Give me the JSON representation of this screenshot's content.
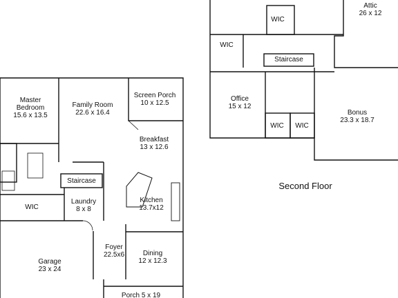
{
  "first_floor": {
    "rooms": [
      {
        "id": "master-bedroom",
        "name_lines": [
          "Master",
          "Bedroom"
        ],
        "size": "15.6 x 13.5"
      },
      {
        "id": "family-room",
        "name_lines": [
          "Family Room"
        ],
        "size": "22.6 x 16.4"
      },
      {
        "id": "screen-porch",
        "name_lines": [
          "Screen Porch"
        ],
        "size": "10 x 12.5"
      },
      {
        "id": "breakfast",
        "name_lines": [
          "Breakfast"
        ],
        "size": "13 x 12.6"
      },
      {
        "id": "staircase-1",
        "name_lines": [
          "Staircase"
        ],
        "size": ""
      },
      {
        "id": "wic-1",
        "name_lines": [
          "WIC"
        ],
        "size": ""
      },
      {
        "id": "laundry",
        "name_lines": [
          "Laundry"
        ],
        "size": "8 x 8"
      },
      {
        "id": "kitchen",
        "name_lines": [
          "Kitchen"
        ],
        "size": "13.7x12"
      },
      {
        "id": "garage",
        "name_lines": [
          "Garage"
        ],
        "size": "23 x 24"
      },
      {
        "id": "foyer",
        "name_lines": [
          "Foyer"
        ],
        "size": "22.5x6"
      },
      {
        "id": "dining",
        "name_lines": [
          "Dining"
        ],
        "size": "12 x 12.3"
      },
      {
        "id": "porch",
        "name_lines": [
          "Porch 5 x 19"
        ],
        "size": ""
      }
    ]
  },
  "second_floor": {
    "caption": "Second Floor",
    "rooms": [
      {
        "id": "wic-top",
        "name_lines": [
          "WIC"
        ],
        "size": ""
      },
      {
        "id": "attic",
        "name_lines": [
          "Attic"
        ],
        "size": "26 x 12"
      },
      {
        "id": "wic-left",
        "name_lines": [
          "WIC"
        ],
        "size": ""
      },
      {
        "id": "staircase-2",
        "name_lines": [
          "Staircase"
        ],
        "size": ""
      },
      {
        "id": "office",
        "name_lines": [
          "Office"
        ],
        "size": "15 x 12"
      },
      {
        "id": "bonus",
        "name_lines": [
          "Bonus"
        ],
        "size": "23.3 x 18.7"
      },
      {
        "id": "wic-a",
        "name_lines": [
          "WIC"
        ],
        "size": ""
      },
      {
        "id": "wic-b",
        "name_lines": [
          "WIC"
        ],
        "size": ""
      }
    ]
  },
  "colors": {
    "wall": "#111111",
    "fixture": "#555555",
    "background": "#ffffff"
  }
}
